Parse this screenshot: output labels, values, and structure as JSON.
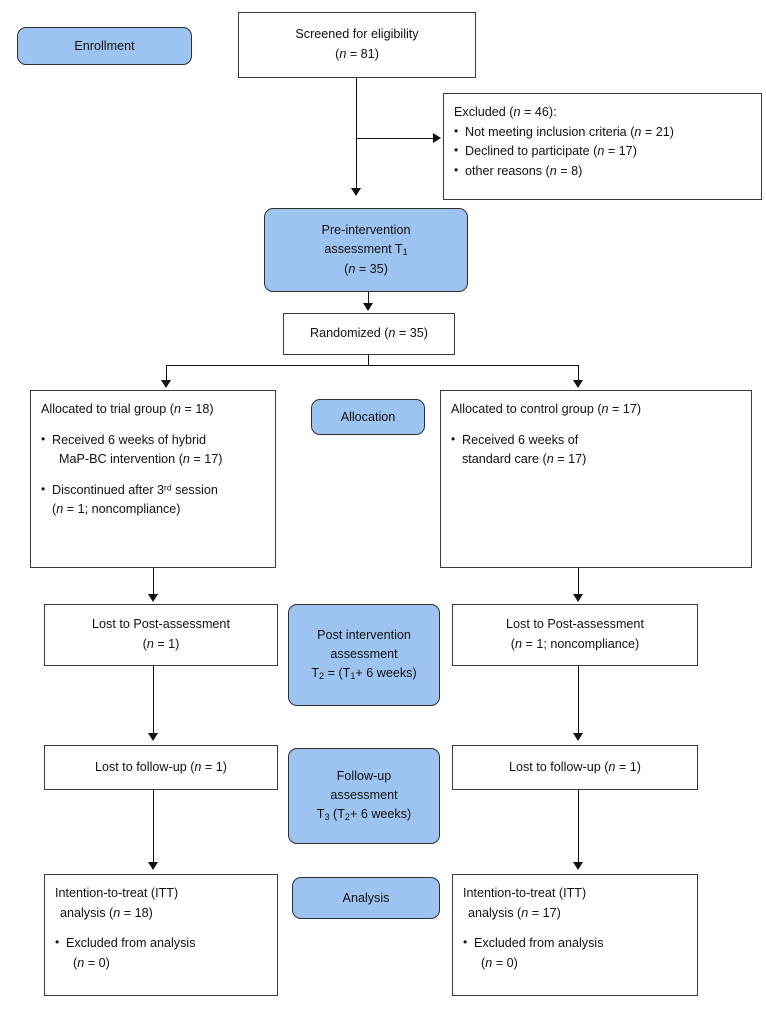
{
  "diagram": {
    "title": "CONSORT participant flow diagram",
    "accent_blue": "#9DC3F0",
    "border_color": "#3a3a3a",
    "line_color": "#101010"
  },
  "stages": {
    "enrollment": "Enrollment",
    "allocation": "Allocation",
    "analysis": "Analysis",
    "pre_intervention": {
      "line1": "Pre-intervention",
      "line2": "assessment T",
      "line2_sub": "1",
      "line3_pre": "(",
      "line3_n": "n",
      "line3_post": " = 35)"
    },
    "post_intervention": {
      "line1": "Post intervention",
      "line2": "assessment",
      "line3_a": "T",
      "line3_a_sub": "2",
      "line3_b": " = (T",
      "line3_b_sub": "1",
      "line3_c": "+ 6 weeks)"
    },
    "follow_up": {
      "line1": "Follow-up",
      "line2": "assessment",
      "line3_a": "T",
      "line3_a_sub": "3",
      "line3_b": " (T",
      "line3_b_sub": "2",
      "line3_c": "+ 6 weeks)"
    }
  },
  "boxes": {
    "screened": {
      "line1": "Screened for eligibility",
      "line2_pre": "(",
      "line2_n": "n",
      "line2_post": " = 81)"
    },
    "excluded": {
      "heading_pre": "Excluded (",
      "heading_n": "n",
      "heading_post": " = 46):",
      "items": [
        {
          "text": "Not meeting inclusion criteria (",
          "n": "n",
          "after": " = 21)"
        },
        {
          "text": "Declined to participate (",
          "n": "n",
          "after": " = 17)"
        },
        {
          "text": "other reasons (",
          "n": "n",
          "after": " = 8)"
        }
      ]
    },
    "randomized": {
      "text_pre": "Randomized (",
      "text_n": "n",
      "text_post": " = 35)"
    },
    "trial_group": {
      "title_pre": "Allocated to trial group (",
      "title_n": "n",
      "title_post": " = 18)",
      "b1_line1": "Received 6 weeks of hybrid",
      "b1_line2_pre": "MaP-BC intervention  (",
      "b1_line2_n": "n",
      "b1_line2_post": " = 17)",
      "b2_line1_a": "Discontinued after 3",
      "b2_line1_sup": "rd",
      "b2_line1_b": " session",
      "b2_line2_pre": "(",
      "b2_line2_n": "n",
      "b2_line2_post": " = 1; noncompliance)"
    },
    "control_group": {
      "title_pre": "Allocated to control group (",
      "title_n": "n",
      "title_post": " = 17)",
      "b1_line1": "Received 6 weeks of",
      "b1_line2_pre": "standard care (",
      "b1_line2_n": "n",
      "b1_line2_post": " = 17)"
    },
    "lost_post_left": {
      "line1": "Lost to Post-assessment",
      "line2_pre": "(",
      "line2_n": "n",
      "line2_post": " = 1)"
    },
    "lost_post_right": {
      "line1": "Lost to Post-assessment",
      "line2_pre": "(",
      "line2_n": "n",
      "line2_post": " = 1; noncompliance)"
    },
    "lost_followup_left": {
      "line1_pre": "Lost to follow-up (",
      "line1_n": "n",
      "line1_post": " = 1)"
    },
    "lost_followup_right": {
      "line1_pre": "Lost to follow-up (",
      "line1_n": "n",
      "line1_post": " = 1)"
    },
    "itt_left": {
      "title_line1": "Intention-to-treat  (ITT)",
      "title_line2_pre": "analysis (",
      "title_line2_n": "n",
      "title_line2_post": " = 18)",
      "b1_line1": "Excluded from analysis",
      "b1_line2_pre": "(",
      "b1_line2_n": "n",
      "b1_line2_post": " = 0)"
    },
    "itt_right": {
      "title_line1": "Intention-to-treat  (ITT)",
      "title_line2_pre": "analysis (",
      "title_line2_n": "n",
      "title_line2_post": " = 17)",
      "b1_line1": "Excluded from analysis",
      "b1_line2_pre": "(",
      "b1_line2_n": "n",
      "b1_line2_post": " = 0)"
    }
  }
}
